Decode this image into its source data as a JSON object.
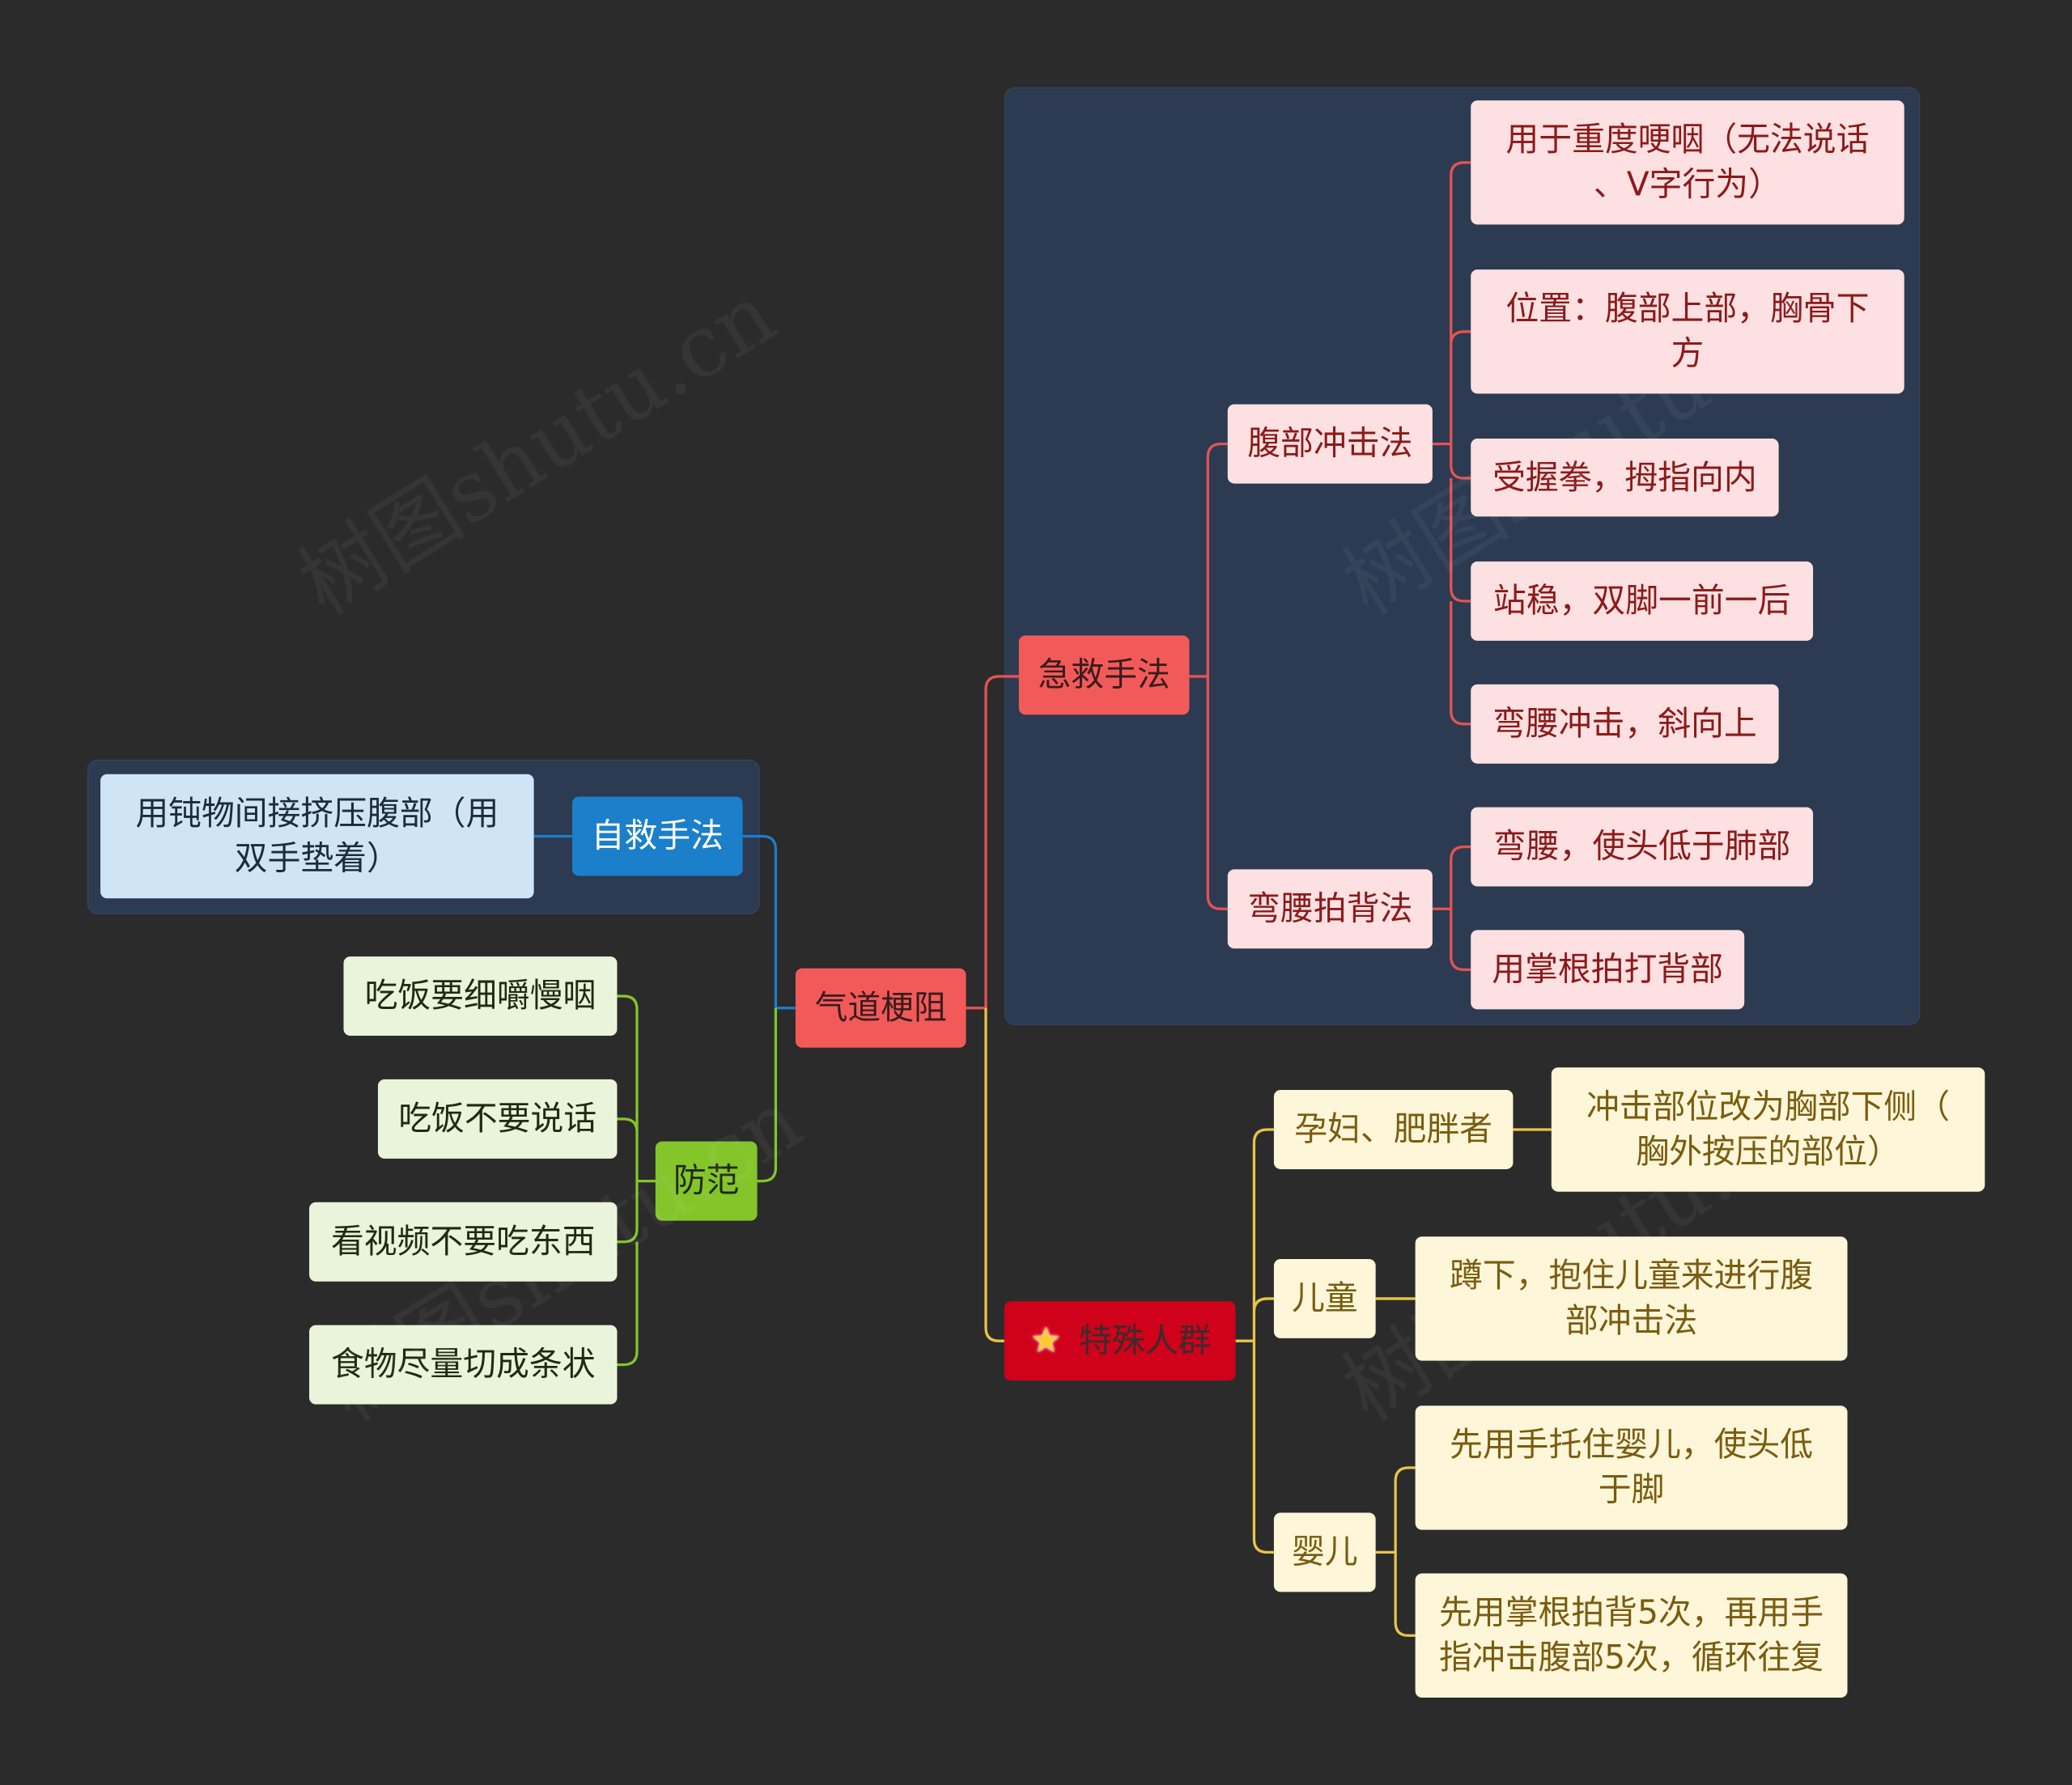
{
  "root": "气道梗阻",
  "watermark": "树图shutu.cn",
  "branches": {
    "first_aid": {
      "label": "急救手法",
      "abdominal": {
        "label": "腹部冲击法",
        "items": [
          "用于重度哽咽（无法说话\n、V字行为）",
          "位置：腹部上部，胸骨下\n方",
          "受握拳，拇指向内",
          "站稳，双脚一前一后",
          "弯腰冲击，斜向上"
        ]
      },
      "back_slap": {
        "label": "弯腰拍背法",
        "items": [
          "弯腰，使头低于肺部",
          "用掌根拍打背部"
        ]
      }
    },
    "special": {
      "label": "特殊人群",
      "icon": "star-icon",
      "groups": [
        {
          "label": "孕妇、肥胖者",
          "items": [
            "冲击部位改为胸部下侧（\n胸外按压的部位）"
          ]
        },
        {
          "label": "儿童",
          "items": [
            "蹲下，抱住儿童来进行腹\n部冲击法"
          ]
        },
        {
          "label": "婴儿",
          "items": [
            "先用手托住婴儿，使头低\n于脚",
            "先用掌根拍背5次，再用手\n指冲击腹部5次，循环往复"
          ]
        }
      ]
    },
    "self_rescue": {
      "label": "自救手法",
      "items": [
        "用钝物间接挤压腹部（用\n双手垫着）"
      ]
    },
    "prevention": {
      "label": "防范",
      "items": [
        "吃饭要细嚼慢咽",
        "吃饭不要说话",
        "看视频不要吃东西",
        "食物尽量切成条状"
      ]
    }
  },
  "colors": {
    "background": "#2b2b2b",
    "panel": "#2c3a52",
    "root": "#f25a5a",
    "special": "#d0021b",
    "self_rescue": "#1b7fc9",
    "prevention": "#84c52a"
  }
}
